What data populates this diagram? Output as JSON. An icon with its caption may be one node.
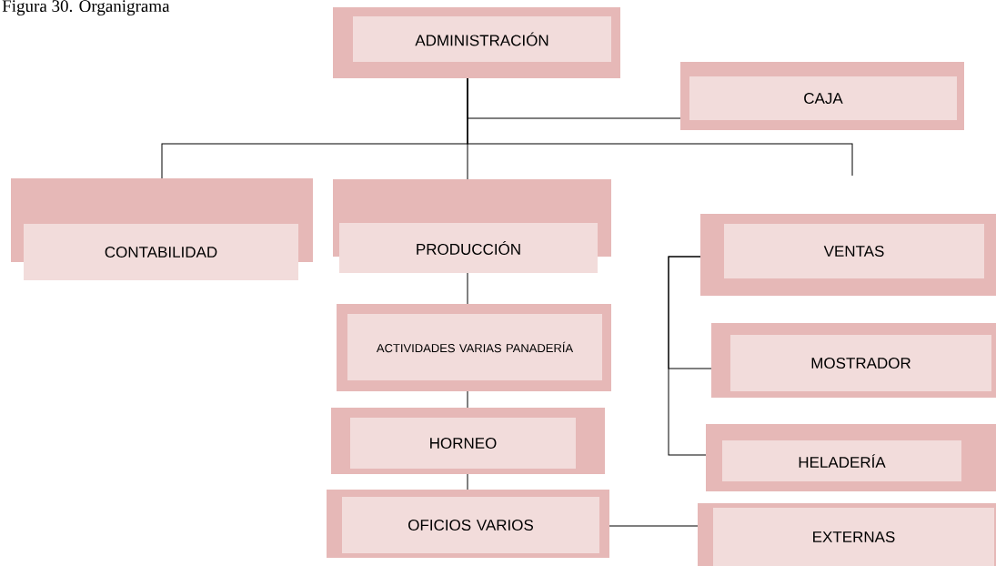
{
  "diagram": {
    "title": "Figura 30.  Organigrama",
    "nodes": [
      {
        "text": [
          "ADMINISTRACIÓN"
        ]
      },
      {
        "text": [
          "CAJA"
        ]
      },
      {
        "text": [
          "CONTABILIDAD"
        ]
      },
      {
        "text": [
          "PRODUCCIÓN"
        ]
      },
      {
        "text": [
          "VENTAS"
        ]
      },
      {
        "text": [
          "ACTIVIDADES VARIAS PANADERÍA"
        ]
      },
      {
        "text": [
          "MOSTRADOR"
        ]
      },
      {
        "text": [
          "HORNEO"
        ]
      },
      {
        "text": [
          "HELADERÍA"
        ]
      },
      {
        "text": [
          "OFICIOS VARIOS"
        ]
      },
      {
        "text": [
          "EXTERNAS"
        ]
      }
    ],
    "edges": [
      {
        "from": 0,
        "to": 1,
        "arrow": "none"
      },
      {
        "from": 0,
        "to": 2,
        "arrow": "none"
      },
      {
        "from": 0,
        "to": 3,
        "arrow": "none"
      },
      {
        "from": 0,
        "to": null,
        "arrow": "none"
      },
      {
        "from": 4,
        "to": 6,
        "arrow": "none"
      },
      {
        "from": 4,
        "to": 8,
        "arrow": "none"
      },
      {
        "from": 3,
        "to": 5,
        "arrow": "none"
      },
      {
        "from": 5,
        "to": 7,
        "arrow": "none"
      },
      {
        "from": 7,
        "to": 9,
        "arrow": "none"
      },
      {
        "from": 9,
        "to": 10,
        "arrow": "none"
      }
    ]
  }
}
